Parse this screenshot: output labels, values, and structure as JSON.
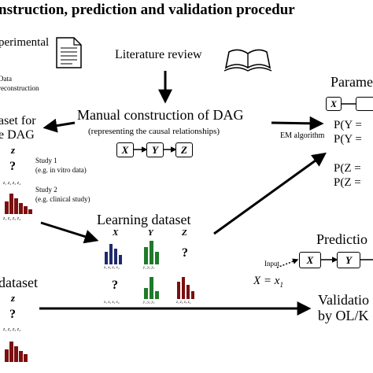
{
  "title": "nstruction, prediction and validation procedur",
  "experimental": "perimental",
  "data_reconstruction": [
    "Data",
    "reconstruction"
  ],
  "literature_review": "Literature review",
  "manual_dag": "Manual construction of DAG",
  "manual_dag_sub": "(representing the causal relationships)",
  "dag_nodes": [
    "X",
    "Y",
    "Z"
  ],
  "dataset_for": [
    "aset for",
    "e DAG"
  ],
  "var_z": "z",
  "unknown": "?",
  "study1": [
    "Study 1",
    "(e.g. in vitro data)"
  ],
  "study2": [
    "Study 2",
    "(e.g. clinical study)"
  ],
  "z_ticks": "z₁ z₂ z₃ z₄",
  "x_ticks": "x₁ x₂ x₃ x₄",
  "y_ticks": "y₁ y₂ y₃",
  "learning_dataset": "Learning dataset",
  "learning_cols": [
    "X",
    "Y",
    "Z"
  ],
  "em_algorithm": "EM algorithm",
  "params_title": "Parame",
  "params_lines": [
    "P(Y =",
    "P(Y =",
    "P(Z =",
    "P(Z ="
  ],
  "prediction_title": "Predictio",
  "input_label": "Input",
  "input_value": "X = x",
  "input_sub": "1",
  "dataset_bottom": "dataset",
  "validation": [
    "Validatio",
    "by OL/K"
  ],
  "colors": {
    "navy": "#1f2a6b",
    "green": "#1f7a2a",
    "darkred": "#7a1010"
  },
  "icons": [
    "document-icon",
    "open-book-icon"
  ]
}
